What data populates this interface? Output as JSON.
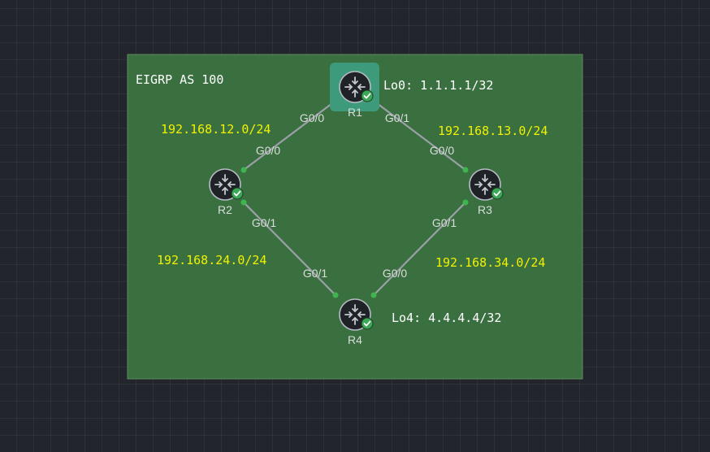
{
  "annotation": {
    "title": "EIGRP AS 100",
    "subnets": {
      "r1_r2": "192.168.12.0/24",
      "r1_r3": "192.168.13.0/24",
      "r2_r4": "192.168.24.0/24",
      "r3_r4": "192.168.34.0/24"
    },
    "loopbacks": {
      "r1": "Lo0: 1.1.1.1/32",
      "r4": "Lo4: 4.4.4.4/32"
    }
  },
  "nodes": {
    "r1": {
      "label": "R1",
      "selected": true,
      "status": "running"
    },
    "r2": {
      "label": "R2",
      "status": "running"
    },
    "r3": {
      "label": "R3",
      "status": "running"
    },
    "r4": {
      "label": "R4",
      "status": "running"
    }
  },
  "links": {
    "r1_r2": {
      "a": "G0/0",
      "b": "G0/0"
    },
    "r1_r3": {
      "a": "G0/1",
      "b": "G0/0"
    },
    "r2_r4": {
      "a": "G0/1",
      "b": "G0/1"
    },
    "r3_r4": {
      "a": "G0/1",
      "b": "G0/0"
    }
  },
  "colors": {
    "area_fill": "#3a7040",
    "subnet_text": "#f1f100",
    "status_ok": "#3aa856",
    "selection": "#3d9a7a"
  }
}
